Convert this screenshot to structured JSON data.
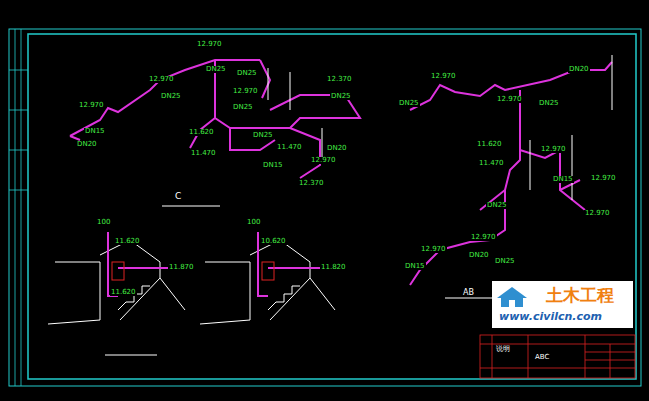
{
  "diagram": {
    "labels": [
      "12.970",
      "DN25",
      "12.970",
      "DN25",
      "12.970",
      "DN15",
      "DN20",
      "DN25",
      "12.970",
      "DN25",
      "11.620",
      "11.470",
      "12.370",
      "DN25",
      "DN25",
      "11.470",
      "DN20",
      "DN15",
      "12.970",
      "12.370",
      "C",
      "100",
      "11.620",
      "11.870",
      "11.620",
      "100",
      "10.620",
      "11.820",
      "12.970",
      "DN25",
      "12.970",
      "DN25",
      "DN20",
      "11.620",
      "11.470",
      "12.970",
      "DN15",
      "12.970",
      "12.970",
      "DN25",
      "12.970",
      "DN20",
      "12.970",
      "DN15",
      "DN25",
      "AB",
      "说明",
      "ABC",
      "土木工程",
      "www.civilcn.com"
    ]
  }
}
